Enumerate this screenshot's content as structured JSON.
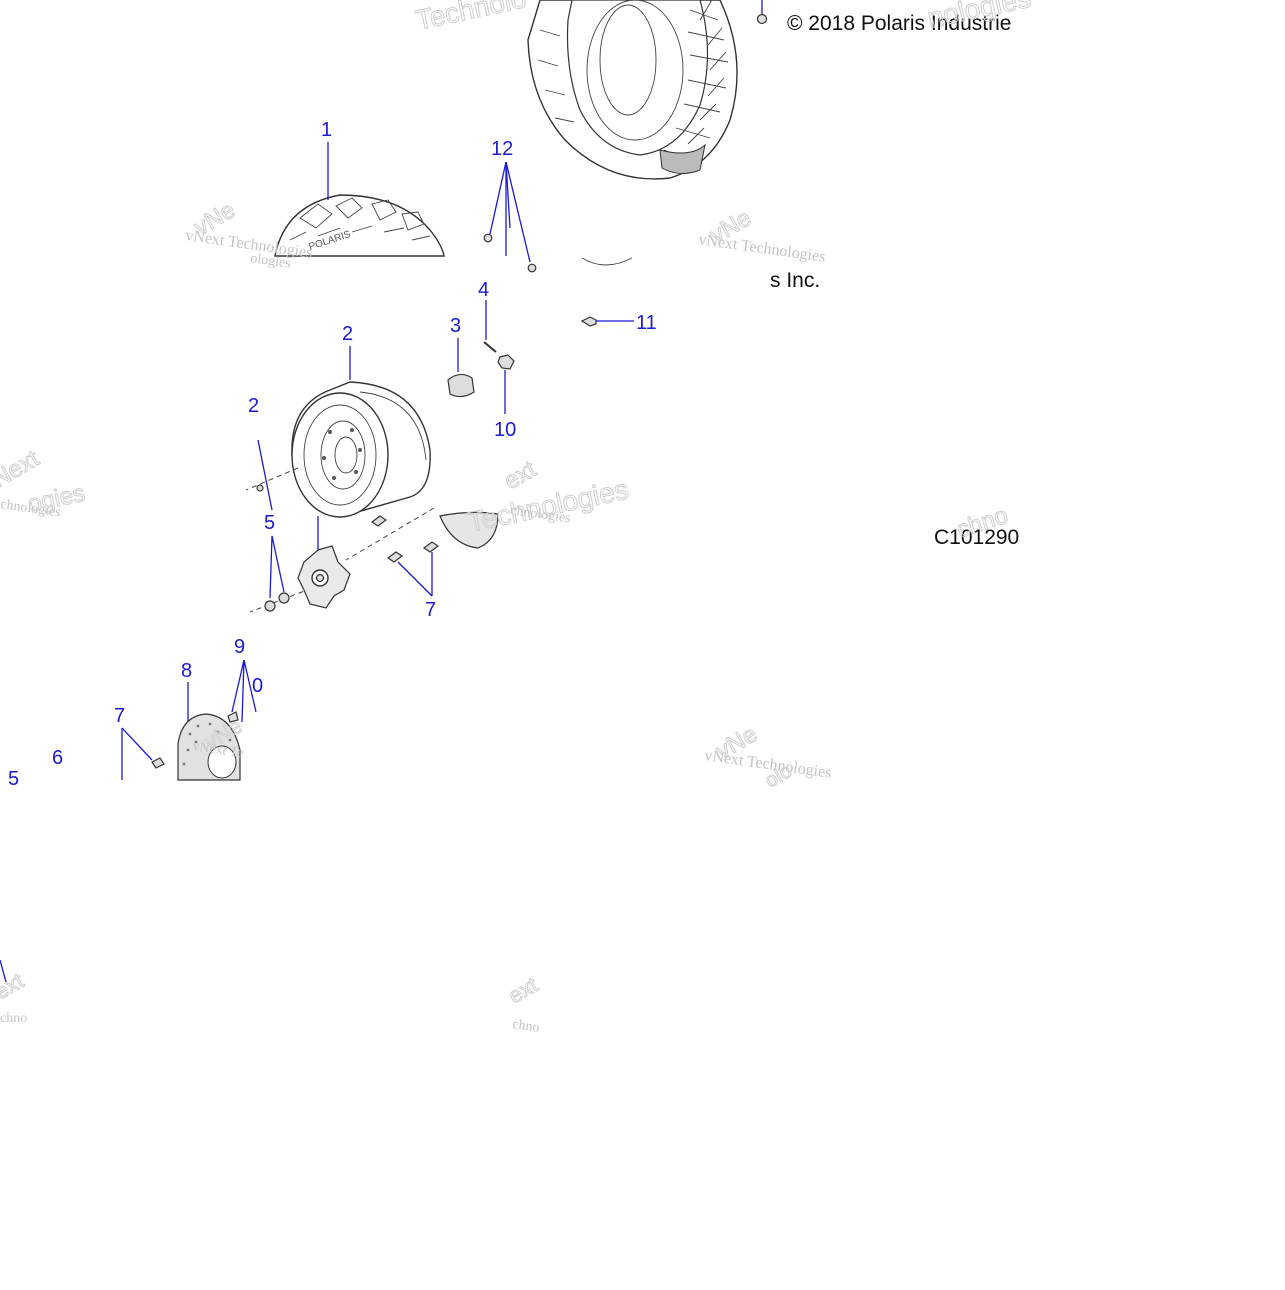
{
  "diagram": {
    "copyright": "© 2018 Polaris Industrie",
    "copyright_fragment": "s Inc.",
    "figure_id": "C101290",
    "tire_brand": "POLARIS",
    "callouts": [
      {
        "id": "c1",
        "label": "1"
      },
      {
        "id": "c2",
        "label": "2"
      },
      {
        "id": "c2b",
        "label": "2"
      },
      {
        "id": "c3",
        "label": "3"
      },
      {
        "id": "c4",
        "label": "4"
      },
      {
        "id": "c5",
        "label": "5"
      },
      {
        "id": "c6",
        "label": "6"
      },
      {
        "id": "c7a",
        "label": "7"
      },
      {
        "id": "c7b",
        "label": "7"
      },
      {
        "id": "c8",
        "label": "8"
      },
      {
        "id": "c9",
        "label": "9"
      },
      {
        "id": "c10a",
        "label": "10"
      },
      {
        "id": "c10b",
        "label": "0"
      },
      {
        "id": "c11",
        "label": "11"
      },
      {
        "id": "c12",
        "label": "12"
      },
      {
        "id": "c5b",
        "label": "5"
      }
    ],
    "watermarks": [
      {
        "text": "vNext Technologies"
      },
      {
        "text": "Technologies"
      },
      {
        "text": "vNext"
      }
    ]
  }
}
